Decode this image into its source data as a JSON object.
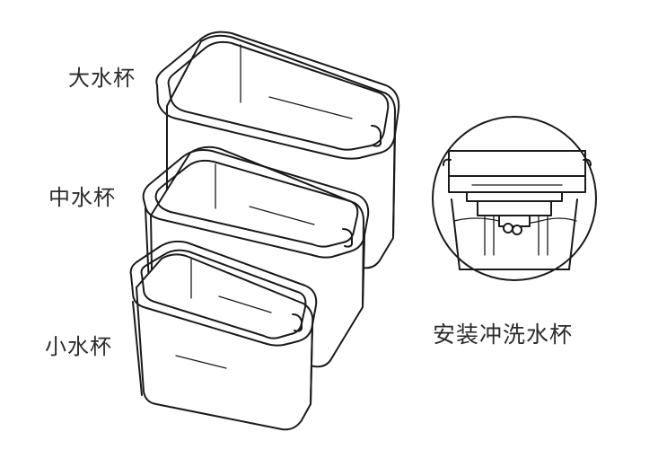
{
  "labels": {
    "large_cup": "大水杯",
    "medium_cup": "中水杯",
    "small_cup": "小水杯",
    "install_caption": "安装冲洗水杯"
  },
  "colors": {
    "line": "#1a1a1a",
    "text": "#2b2b2b",
    "background": "#ffffff"
  }
}
